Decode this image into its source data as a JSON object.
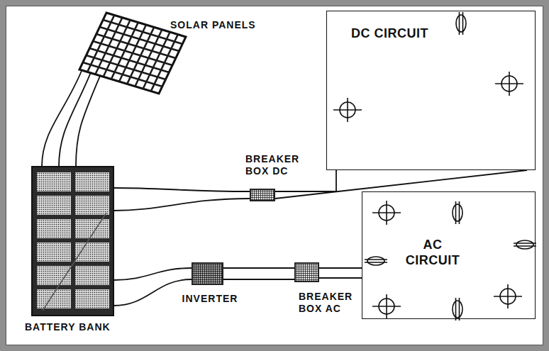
{
  "diagram": {
    "nodes": [
      {
        "text": [
          "SOLAR PANELS"
        ]
      },
      {
        "text": [
          "DC CIRCUIT"
        ]
      },
      {
        "text": [
          "BREAKER BOX DC"
        ]
      },
      {
        "text": [
          "BATTERY BANK"
        ]
      },
      {
        "text": [
          "AC CIRCUIT"
        ]
      },
      {
        "text": [
          "INVERTER"
        ]
      },
      {
        "text": [
          "BREAKER BOX AC"
        ]
      }
    ],
    "edges": [
      {
        "from": 0,
        "to": 3,
        "arrow": "none"
      },
      {
        "from": 3,
        "to": 2,
        "arrow": "none"
      },
      {
        "from": 2,
        "to": 1,
        "arrow": "none"
      },
      {
        "from": 3,
        "to": 5,
        "arrow": "none"
      },
      {
        "from": 5,
        "to": 6,
        "arrow": "none"
      },
      {
        "from": 6,
        "to": 4,
        "arrow": "none"
      }
    ]
  }
}
